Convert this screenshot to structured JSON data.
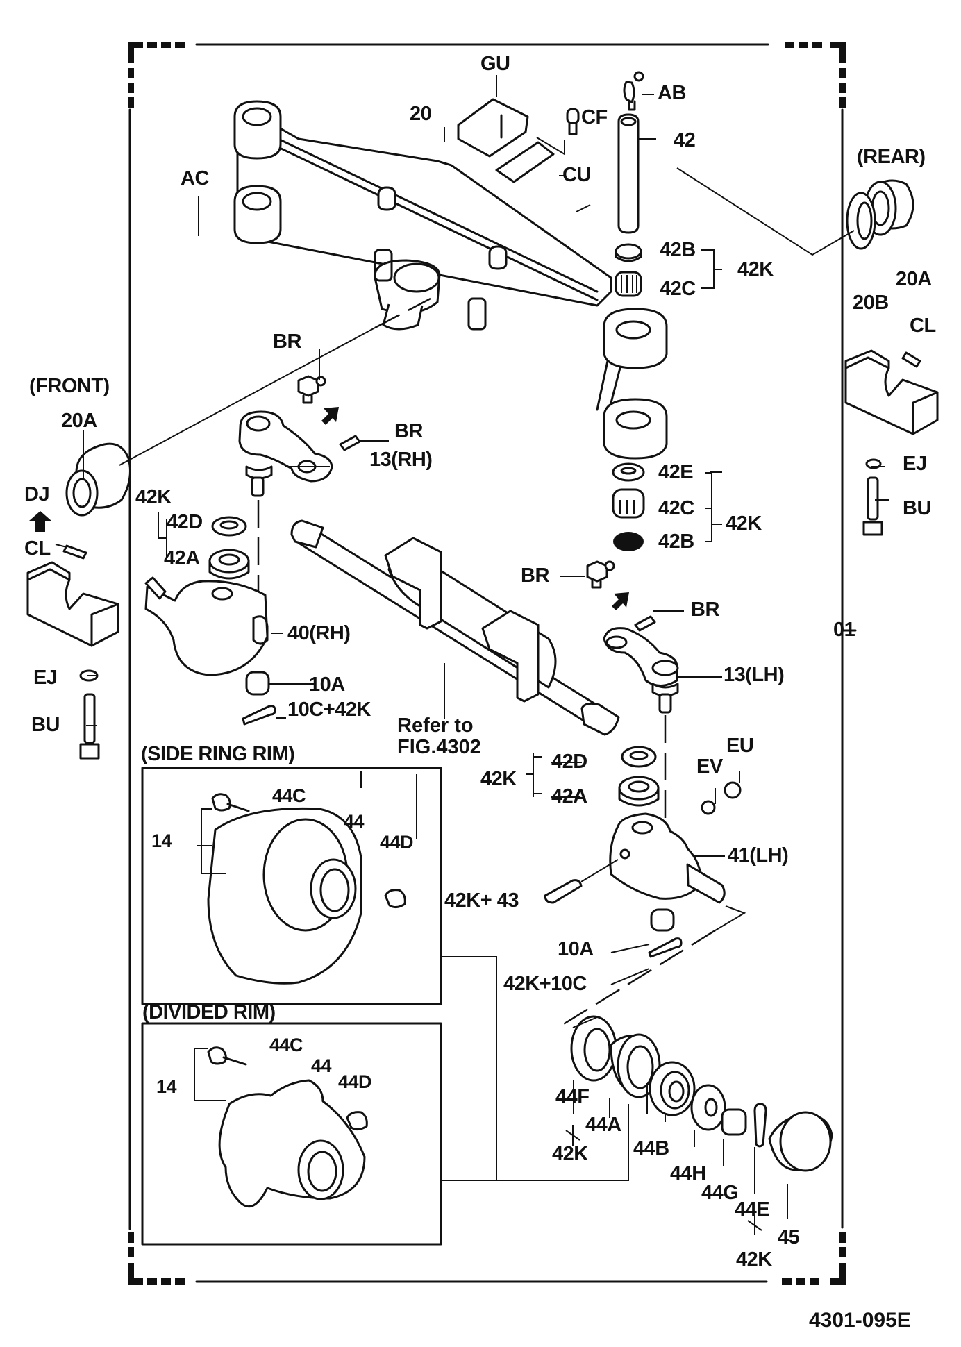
{
  "figure_number": "4301-095E",
  "assembly_label": "01",
  "reference_note": {
    "line1": "Refer to",
    "line2": "FIG.4302"
  },
  "section_titles": {
    "front": "(FRONT)",
    "rear": "(REAR)",
    "side_ring_rim": "(SIDE RING RIM)",
    "divided_rim": "(DIVIDED RIM)"
  },
  "labels": {
    "gu": "GU",
    "ab": "AB",
    "cf": "CF",
    "cu": "CU",
    "p20": "20",
    "p42": "42",
    "ac": "AC",
    "rear_42b": "42B",
    "rear_42c": "42C",
    "rear_42k": "42K",
    "rear_20a": "20A",
    "rear_20b": "20B",
    "rear_cl": "CL",
    "rear_ej": "EJ",
    "rear_bu": "BU",
    "front_20a": "20A",
    "front_dj": "DJ",
    "front_cl": "CL",
    "front_ej": "EJ",
    "front_bu": "BU",
    "br_top": "BR",
    "br_right": "BR",
    "p13rh": "13(RH)",
    "rh_42k": "42K",
    "rh_42d": "42D",
    "rh_42a": "42A",
    "p40rh": "40(RH)",
    "rh_10a": "10A",
    "rh_10c": "10C+42K",
    "low_42e": "42E",
    "low_42c": "42C",
    "low_42b": "42B",
    "low_42k": "42K",
    "br_mid": "BR",
    "br_mid_right": "BR",
    "p13lh": "13(LH)",
    "lh_42d": "42D",
    "lh_42a": "42A",
    "lh_42k": "42K",
    "ev": "EV",
    "eu": "EU",
    "p41lh": "41(LH)",
    "p43": "42K+ 43",
    "lh_10a": "10A",
    "lh_10c": "42K+10C",
    "sr_44c": "44C",
    "sr_44": "44",
    "sr_14": "14",
    "sr_44d": "44D",
    "dv_44c": "44C",
    "dv_44": "44",
    "dv_14": "14",
    "dv_44d": "44D",
    "h_44f": "44F",
    "h_plus1": "+",
    "h_44a": "44A",
    "h_42k1": "42K",
    "h_44b": "44B",
    "h_44h": "44H",
    "h_44g": "44G",
    "h_44e": "44E",
    "h_plus2": "+",
    "h_42k2": "42K",
    "h_45": "45"
  }
}
